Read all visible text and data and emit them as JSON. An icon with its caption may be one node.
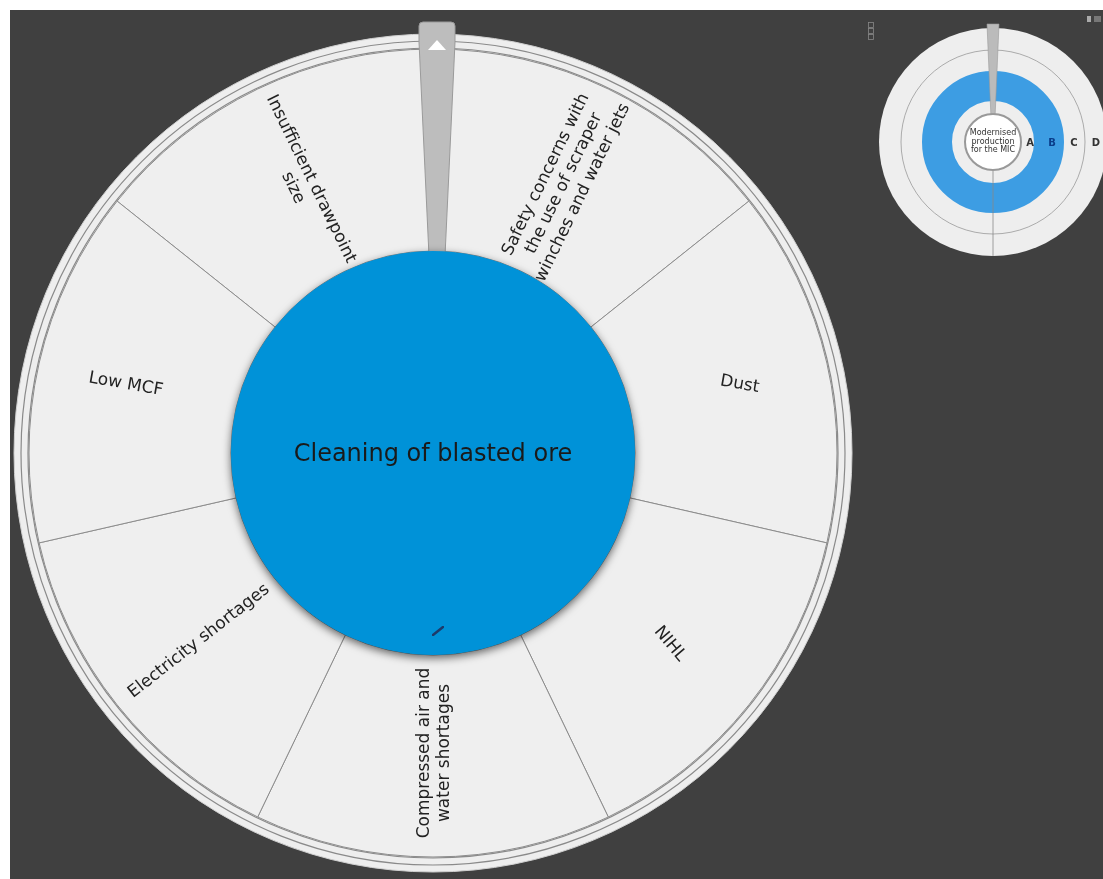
{
  "diagram": {
    "nodes": [
      {
        "text": [
          "Cleaning of blasted ore"
        ]
      },
      {
        "text": [
          "Insufficient drawpoint size"
        ]
      },
      {
        "text": [
          "Safety concerns with the use of scraper winches and water jets"
        ]
      },
      {
        "text": [
          "Dust"
        ]
      },
      {
        "text": [
          "NIHL"
        ]
      },
      {
        "text": [
          "Compressed air and water shortages"
        ]
      },
      {
        "text": [
          "Electricity shortages"
        ]
      },
      {
        "text": [
          "Low MCF"
        ]
      },
      {
        "text": [
          "Modernised production for the MIC"
        ]
      }
    ],
    "edges": [],
    "labels": [
      "A",
      "B",
      "C",
      "D"
    ]
  }
}
